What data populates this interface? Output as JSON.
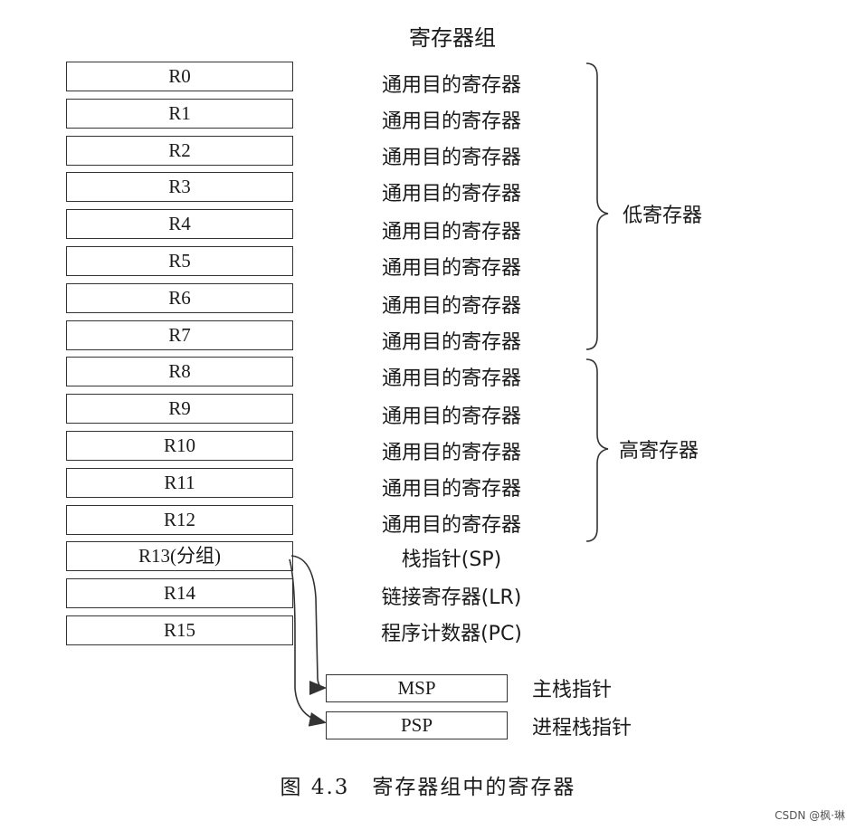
{
  "title": "寄存器组",
  "registers": [
    {
      "name": "R0",
      "desc": "通用目的寄存器"
    },
    {
      "name": "R1",
      "desc": "通用目的寄存器"
    },
    {
      "name": "R2",
      "desc": "通用目的寄存器"
    },
    {
      "name": "R3",
      "desc": "通用目的寄存器"
    },
    {
      "name": "R4",
      "desc": "通用目的寄存器"
    },
    {
      "name": "R5",
      "desc": "通用目的寄存器"
    },
    {
      "name": "R6",
      "desc": "通用目的寄存器"
    },
    {
      "name": "R7",
      "desc": "通用目的寄存器"
    },
    {
      "name": "R8",
      "desc": "通用目的寄存器"
    },
    {
      "name": "R9",
      "desc": "通用目的寄存器"
    },
    {
      "name": "R10",
      "desc": "通用目的寄存器"
    },
    {
      "name": "R11",
      "desc": "通用目的寄存器"
    },
    {
      "name": "R12",
      "desc": "通用目的寄存器"
    },
    {
      "name": "R13(分组)",
      "desc": "栈指针(SP)"
    },
    {
      "name": "R14",
      "desc": "链接寄存器(LR)"
    },
    {
      "name": "R15",
      "desc": "程序计数器(PC)"
    }
  ],
  "groups": {
    "low": "低寄存器",
    "high": "高寄存器"
  },
  "banked": [
    {
      "name": "MSP",
      "label": "主栈指针"
    },
    {
      "name": "PSP",
      "label": "进程栈指针"
    }
  ],
  "caption": "图 4.3　寄存器组中的寄存器",
  "credit": "CSDN @枫·琳"
}
